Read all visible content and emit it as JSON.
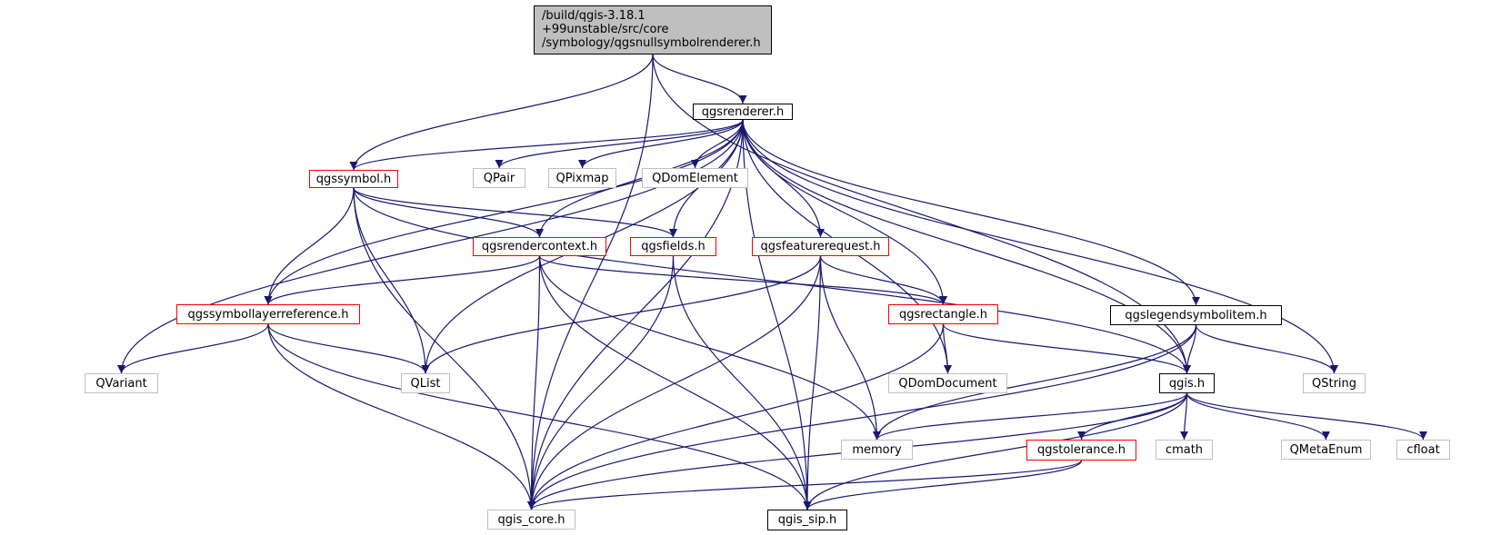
{
  "graph": {
    "colors": {
      "edge": "#191970",
      "root_fill": "#bfbfbf",
      "border_black": "#000000",
      "border_red": "#ff0000",
      "border_gray": "#bfbfbf"
    },
    "nodes": [
      {
        "id": "root",
        "label": "/build/qgis-3.18.1\n+99unstable/src/core\n/symbology/qgsnullsymbolrenderer.h",
        "style": "root"
      },
      {
        "id": "qgsrenderer",
        "label": "qgsrenderer.h",
        "style": "black"
      },
      {
        "id": "qgssymbol",
        "label": "qgssymbol.h",
        "style": "red"
      },
      {
        "id": "qpair",
        "label": "QPair",
        "style": "gray"
      },
      {
        "id": "qpixmap",
        "label": "QPixmap",
        "style": "gray"
      },
      {
        "id": "qdomelement",
        "label": "QDomElement",
        "style": "gray"
      },
      {
        "id": "qgsrendercontext",
        "label": "qgsrendercontext.h",
        "style": "red"
      },
      {
        "id": "qgsfields",
        "label": "qgsfields.h",
        "style": "red"
      },
      {
        "id": "qgsfeaturerequest",
        "label": "qgsfeaturerequest.h",
        "style": "red"
      },
      {
        "id": "qgssymbollayerreference",
        "label": "qgssymbollayerreference.h",
        "style": "red"
      },
      {
        "id": "qgsrectangle",
        "label": "qgsrectangle.h",
        "style": "red"
      },
      {
        "id": "qgslegendsymbolitem",
        "label": "qgslegendsymbolitem.h",
        "style": "black"
      },
      {
        "id": "qvariant",
        "label": "QVariant",
        "style": "gray"
      },
      {
        "id": "qlist",
        "label": "QList",
        "style": "gray"
      },
      {
        "id": "qdomdocument",
        "label": "QDomDocument",
        "style": "gray"
      },
      {
        "id": "qgis",
        "label": "qgis.h",
        "style": "black"
      },
      {
        "id": "qstring",
        "label": "QString",
        "style": "gray"
      },
      {
        "id": "memory",
        "label": "memory",
        "style": "gray"
      },
      {
        "id": "qgstolerance",
        "label": "qgstolerance.h",
        "style": "red"
      },
      {
        "id": "cmath",
        "label": "cmath",
        "style": "gray"
      },
      {
        "id": "qmetaenum",
        "label": "QMetaEnum",
        "style": "gray"
      },
      {
        "id": "cfloat",
        "label": "cfloat",
        "style": "gray"
      },
      {
        "id": "qgis_core",
        "label": "qgis_core.h",
        "style": "gray"
      },
      {
        "id": "qgis_sip",
        "label": "qgis_sip.h",
        "style": "black"
      }
    ],
    "edges": [
      {
        "from": "root",
        "to": "qgsrenderer"
      },
      {
        "from": "root",
        "to": "qgssymbol"
      },
      {
        "from": "root",
        "to": "qgis"
      },
      {
        "from": "root",
        "to": "qgis_core"
      },
      {
        "from": "qgsrenderer",
        "to": "qgssymbol"
      },
      {
        "from": "qgsrenderer",
        "to": "qpair"
      },
      {
        "from": "qgsrenderer",
        "to": "qpixmap"
      },
      {
        "from": "qgsrenderer",
        "to": "qdomelement"
      },
      {
        "from": "qgsrenderer",
        "to": "qgsrendercontext"
      },
      {
        "from": "qgsrenderer",
        "to": "qgsfields"
      },
      {
        "from": "qgsrenderer",
        "to": "qgsfeaturerequest"
      },
      {
        "from": "qgsrenderer",
        "to": "qgssymbollayerreference"
      },
      {
        "from": "qgsrenderer",
        "to": "qgsrectangle"
      },
      {
        "from": "qgsrenderer",
        "to": "qgslegendsymbolitem"
      },
      {
        "from": "qgsrenderer",
        "to": "qvariant"
      },
      {
        "from": "qgsrenderer",
        "to": "qlist"
      },
      {
        "from": "qgsrenderer",
        "to": "qdomdocument"
      },
      {
        "from": "qgsrenderer",
        "to": "qgis"
      },
      {
        "from": "qgsrenderer",
        "to": "qstring"
      },
      {
        "from": "qgsrenderer",
        "to": "qgis_core"
      },
      {
        "from": "qgsrenderer",
        "to": "qgis_sip"
      },
      {
        "from": "qgssymbol",
        "to": "qgsrendercontext"
      },
      {
        "from": "qgssymbol",
        "to": "qgsfields"
      },
      {
        "from": "qgssymbol",
        "to": "qgssymbollayerreference"
      },
      {
        "from": "qgssymbol",
        "to": "qlist"
      },
      {
        "from": "qgssymbol",
        "to": "qgis"
      },
      {
        "from": "qgssymbol",
        "to": "qgis_core"
      },
      {
        "from": "qgsrendercontext",
        "to": "qgssymbollayerreference"
      },
      {
        "from": "qgsrendercontext",
        "to": "qgsrectangle"
      },
      {
        "from": "qgsrendercontext",
        "to": "memory"
      },
      {
        "from": "qgsrendercontext",
        "to": "qgis_core"
      },
      {
        "from": "qgsrendercontext",
        "to": "qgis_sip"
      },
      {
        "from": "qgsfields",
        "to": "qgis_core"
      },
      {
        "from": "qgsfields",
        "to": "qgis_sip"
      },
      {
        "from": "qgsfeaturerequest",
        "to": "qgsrectangle"
      },
      {
        "from": "qgsfeaturerequest",
        "to": "qlist"
      },
      {
        "from": "qgsfeaturerequest",
        "to": "memory"
      },
      {
        "from": "qgsfeaturerequest",
        "to": "qgis_core"
      },
      {
        "from": "qgsfeaturerequest",
        "to": "qgis_sip"
      },
      {
        "from": "qgssymbollayerreference",
        "to": "qvariant"
      },
      {
        "from": "qgssymbollayerreference",
        "to": "qlist"
      },
      {
        "from": "qgssymbollayerreference",
        "to": "qgis_core"
      },
      {
        "from": "qgssymbollayerreference",
        "to": "qgis_sip"
      },
      {
        "from": "qgsrectangle",
        "to": "qdomdocument"
      },
      {
        "from": "qgsrectangle",
        "to": "qgis"
      },
      {
        "from": "qgsrectangle",
        "to": "qgis_core"
      },
      {
        "from": "qgslegendsymbolitem",
        "to": "qgis"
      },
      {
        "from": "qgslegendsymbolitem",
        "to": "qstring"
      },
      {
        "from": "qgslegendsymbolitem",
        "to": "memory"
      },
      {
        "from": "qgslegendsymbolitem",
        "to": "qgis_core"
      },
      {
        "from": "qgis",
        "to": "memory"
      },
      {
        "from": "qgis",
        "to": "qgstolerance"
      },
      {
        "from": "qgis",
        "to": "cmath"
      },
      {
        "from": "qgis",
        "to": "qmetaenum"
      },
      {
        "from": "qgis",
        "to": "cfloat"
      },
      {
        "from": "qgis",
        "to": "qgis_core"
      },
      {
        "from": "qgis",
        "to": "qgis_sip"
      },
      {
        "from": "qgstolerance",
        "to": "qgis_core"
      },
      {
        "from": "qgstolerance",
        "to": "qgis_sip"
      }
    ]
  }
}
